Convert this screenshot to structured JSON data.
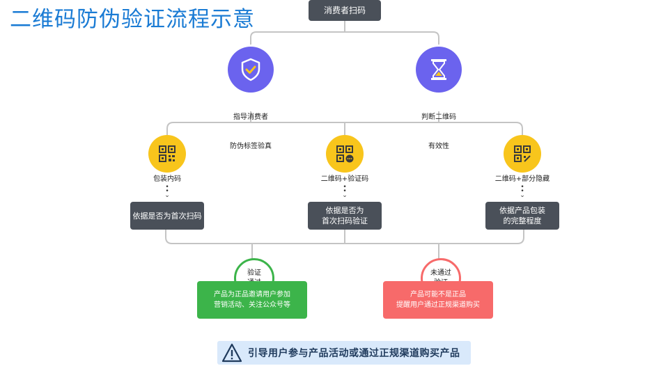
{
  "title": "二维码防伪验证流程示意",
  "start": {
    "label": "消费者扫码"
  },
  "level1": [
    {
      "line1": "指导消费者",
      "line2": "防伪标签验真",
      "icon": "shield-check-icon"
    },
    {
      "line1": "判断二维码",
      "line2": "有效性",
      "icon": "hourglass-icon"
    }
  ],
  "methods": [
    {
      "label": "包装内码",
      "icon": "qr-code-icon",
      "check_line1": "依据是否为首次扫码",
      "check_line2": ""
    },
    {
      "label": "二维码+验证码",
      "icon": "qr-code-with-code-icon",
      "check_line1": "依据是否为",
      "check_line2": "首次扫码验证"
    },
    {
      "label": "二维码+部分隐藏",
      "icon": "qr-code-partial-icon",
      "check_line1": "依据产品包装",
      "check_line2": "的完整程度"
    }
  ],
  "results": [
    {
      "circle_line1": "验证",
      "circle_line2": "通过",
      "box_line1": "产品为正品邀请用户参加",
      "box_line2": "营销活动、关注公众号等",
      "color": "#3cb44a"
    },
    {
      "circle_line1": "未通过",
      "circle_line2": "验证",
      "box_line1": "产品可能不是正品",
      "box_line2": "提醒用户通过正规渠道购买",
      "color": "#f76a6a"
    }
  ],
  "banner": {
    "text": "引导用户参与产品活动或通过正规渠道购买产品",
    "icon": "warning-icon"
  },
  "colors": {
    "title": "#1a7bd4",
    "dark_box": "#4a5059",
    "purple": "#6b63ee",
    "yellow": "#f8c51c",
    "connector": "#c4c4c4"
  }
}
